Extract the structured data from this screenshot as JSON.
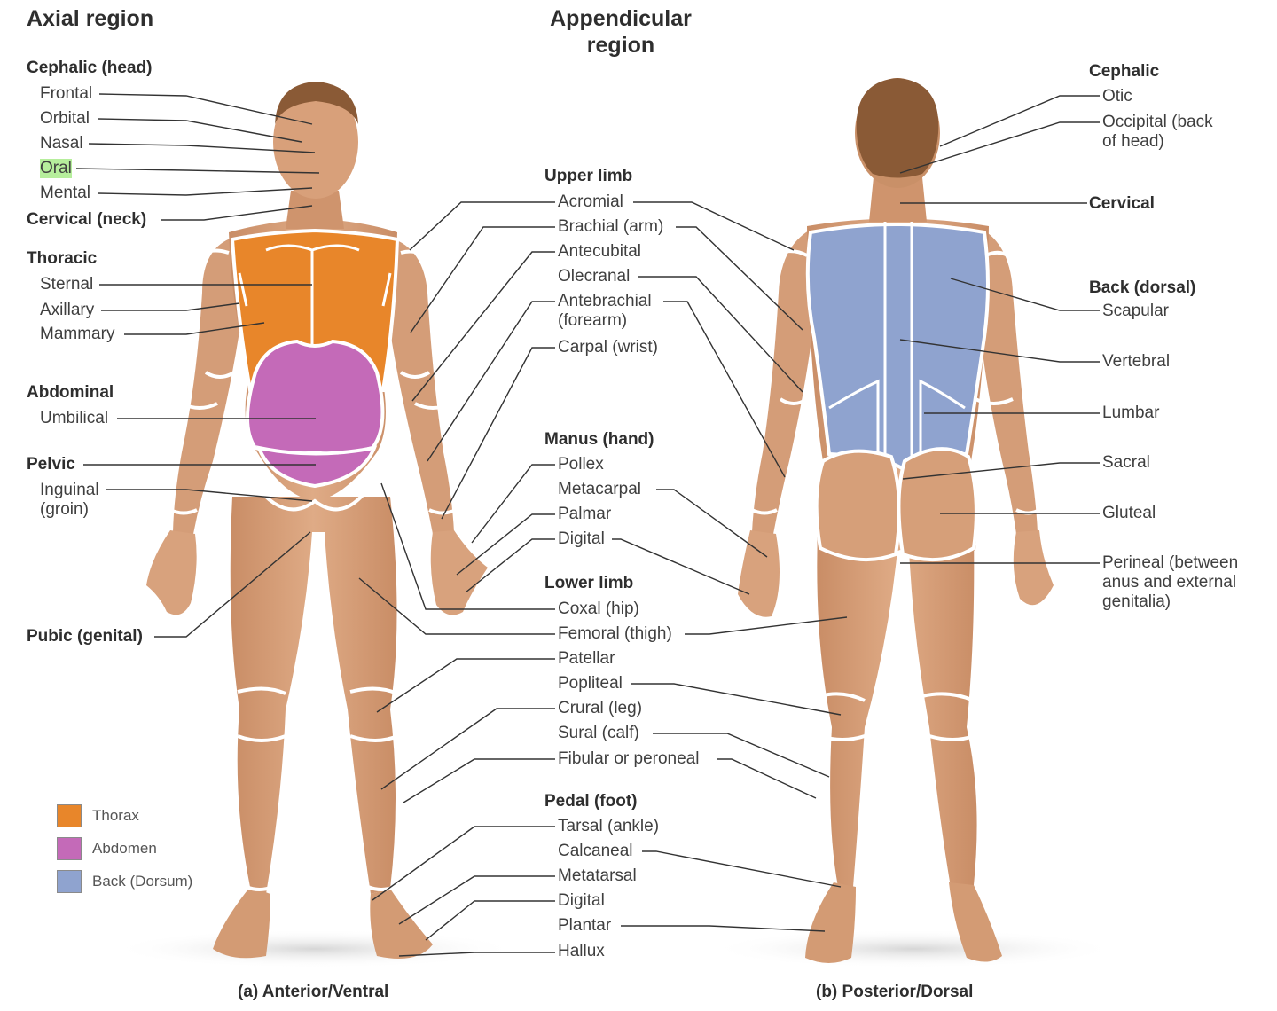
{
  "headers": {
    "axial": "Axial region",
    "appendicular": "Appendicular\nregion"
  },
  "anterior": {
    "cephalic": {
      "title": "Cephalic (head)",
      "items": [
        "Frontal",
        "Orbital",
        "Nasal",
        "Oral",
        "Mental"
      ]
    },
    "cervical": "Cervical (neck)",
    "thoracic": {
      "title": "Thoracic",
      "items": [
        "Sternal",
        "Axillary",
        "Mammary"
      ]
    },
    "abdominal": {
      "title": "Abdominal",
      "items": [
        "Umbilical"
      ]
    },
    "pelvic": {
      "title": "Pelvic",
      "items": [
        "Inguinal\n(groin)"
      ]
    },
    "pubic": "Pubic (genital)",
    "highlighted": "Oral"
  },
  "center": {
    "upper_limb": {
      "title": "Upper limb",
      "items": [
        "Acromial",
        "Brachial (arm)",
        "Antecubital",
        "Olecranal",
        "Antebrachial\n(forearm)",
        "Carpal (wrist)"
      ]
    },
    "manus": {
      "title": "Manus (hand)",
      "items": [
        "Pollex",
        "Metacarpal",
        "Palmar",
        "Digital"
      ]
    },
    "lower_limb": {
      "title": "Lower limb",
      "items": [
        "Coxal (hip)",
        "Femoral (thigh)",
        "Patellar",
        "Popliteal",
        "Crural (leg)",
        "Sural (calf)",
        "Fibular or peroneal"
      ]
    },
    "pedal": {
      "title": "Pedal (foot)",
      "items": [
        "Tarsal (ankle)",
        "Calcaneal",
        "Metatarsal",
        "Digital",
        "Plantar",
        "Hallux"
      ]
    }
  },
  "posterior": {
    "cephalic": {
      "title": "Cephalic",
      "items": [
        "Otic",
        "Occipital (back\nof head)"
      ]
    },
    "cervical": "Cervical",
    "back": {
      "title": "Back (dorsal)",
      "items": [
        "Scapular",
        "Vertebral",
        "Lumbar",
        "Sacral",
        "Gluteal",
        "Perineal (between\nanus and external\ngenitalia)"
      ]
    }
  },
  "legend": [
    {
      "label": "Thorax",
      "color": "#e8862a"
    },
    {
      "label": "Abdomen",
      "color": "#c46ab8"
    },
    {
      "label": "Back (Dorsum)",
      "color": "#8fa3cf"
    }
  ],
  "captions": {
    "anterior": "(a) Anterior/Ventral",
    "posterior": "(b) Posterior/Dorsal"
  },
  "colors": {
    "skin": "#d9a27c",
    "skin_dark": "#c18460",
    "hair": "#8a5a36",
    "region_border": "#ffffff",
    "leader": "#333333",
    "highlight": "#b6ee9c"
  }
}
